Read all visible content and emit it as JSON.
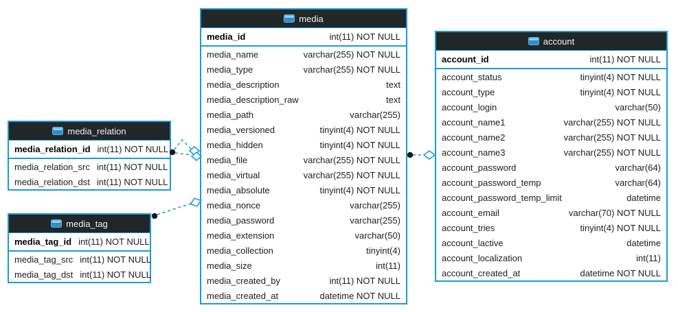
{
  "colors": {
    "accent": "#1b9ad6",
    "header_bg": "#212629",
    "header_text": "#f2f2f2",
    "row_text": "#1c1c1c",
    "connector_dot": "#17191b",
    "diamond_fill": "#ffffff",
    "canvas_bg": "#ffffff"
  },
  "tables": [
    {
      "name": "media",
      "icon": "table-icon",
      "primary_key": {
        "name": "media_id",
        "type": "int(11) NOT NULL"
      },
      "columns": [
        {
          "name": "media_name",
          "type": "varchar(255) NOT NULL"
        },
        {
          "name": "media_type",
          "type": "varchar(255) NOT NULL"
        },
        {
          "name": "media_description",
          "type": "text"
        },
        {
          "name": "media_description_raw",
          "type": "text"
        },
        {
          "name": "media_path",
          "type": "varchar(255)"
        },
        {
          "name": "media_versioned",
          "type": "tinyint(4) NOT NULL"
        },
        {
          "name": "media_hidden",
          "type": "tinyint(4) NOT NULL"
        },
        {
          "name": "media_file",
          "type": "varchar(255) NOT NULL"
        },
        {
          "name": "media_virtual",
          "type": "varchar(255) NOT NULL"
        },
        {
          "name": "media_absolute",
          "type": "tinyint(4) NOT NULL"
        },
        {
          "name": "media_nonce",
          "type": "varchar(255)"
        },
        {
          "name": "media_password",
          "type": "varchar(255)"
        },
        {
          "name": "media_extension",
          "type": "varchar(50)"
        },
        {
          "name": "media_collection",
          "type": "tinyint(4)"
        },
        {
          "name": "media_size",
          "type": "int(11)"
        },
        {
          "name": "media_created_by",
          "type": "int(11) NOT NULL"
        },
        {
          "name": "media_created_at",
          "type": "datetime NOT NULL"
        }
      ]
    },
    {
      "name": "media_relation",
      "icon": "table-icon",
      "primary_key": {
        "name": "media_relation_id",
        "type": "int(11) NOT NULL"
      },
      "columns": [
        {
          "name": "media_relation_src",
          "type": "int(11) NOT NULL"
        },
        {
          "name": "media_relation_dst",
          "type": "int(11) NOT NULL"
        }
      ]
    },
    {
      "name": "media_tag",
      "icon": "table-icon",
      "primary_key": {
        "name": "media_tag_id",
        "type": "int(11) NOT NULL"
      },
      "columns": [
        {
          "name": "media_tag_src",
          "type": "int(11) NOT NULL"
        },
        {
          "name": "media_tag_dst",
          "type": "int(11) NOT NULL"
        }
      ]
    },
    {
      "name": "account",
      "icon": "table-icon",
      "primary_key": {
        "name": "account_id",
        "type": "int(11) NOT NULL"
      },
      "columns": [
        {
          "name": "account_status",
          "type": "tinyint(4) NOT NULL"
        },
        {
          "name": "account_type",
          "type": "tinyint(4) NOT NULL"
        },
        {
          "name": "account_login",
          "type": "varchar(50)"
        },
        {
          "name": "account_name1",
          "type": "varchar(255) NOT NULL"
        },
        {
          "name": "account_name2",
          "type": "varchar(255) NOT NULL"
        },
        {
          "name": "account_name3",
          "type": "varchar(255) NOT NULL"
        },
        {
          "name": "account_password",
          "type": "varchar(64)"
        },
        {
          "name": "account_password_temp",
          "type": "varchar(64)"
        },
        {
          "name": "account_password_temp_limit",
          "type": "datetime"
        },
        {
          "name": "account_email",
          "type": "varchar(70) NOT NULL"
        },
        {
          "name": "account_tries",
          "type": "tinyint(4) NOT NULL"
        },
        {
          "name": "account_lactive",
          "type": "datetime"
        },
        {
          "name": "account_localization",
          "type": "int(11)"
        },
        {
          "name": "account_created_at",
          "type": "datetime NOT NULL"
        }
      ]
    }
  ],
  "relationships": [
    {
      "from": "media_relation",
      "to": "media",
      "style": "dashed",
      "links": 2
    },
    {
      "from": "media_tag",
      "to": "media",
      "style": "dashed",
      "links": 1
    },
    {
      "from": "media",
      "to": "account",
      "style": "dashed",
      "links": 1
    }
  ]
}
